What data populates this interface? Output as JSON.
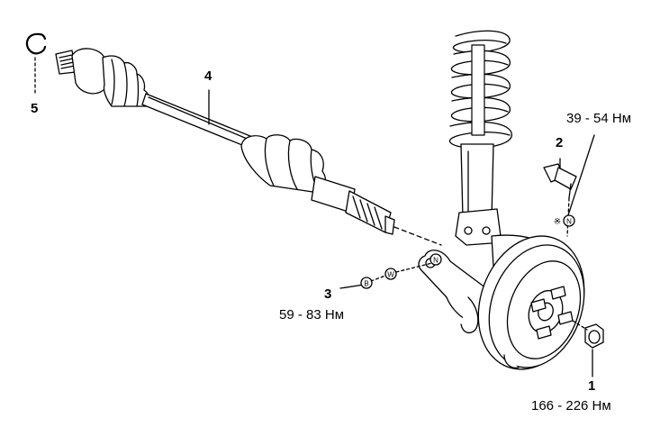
{
  "callouts": [
    {
      "number": "1",
      "torque": "166 - 226 Нм"
    },
    {
      "number": "2",
      "torque": "39 - 54 Нм"
    },
    {
      "number": "3",
      "torque": "59 - 83 Нм"
    },
    {
      "number": "4"
    },
    {
      "number": "5"
    }
  ],
  "markers": {
    "b": "B",
    "w": "W",
    "n": "N",
    "star": "※"
  },
  "colors": {
    "line": "#000000",
    "paper": "#ffffff"
  }
}
